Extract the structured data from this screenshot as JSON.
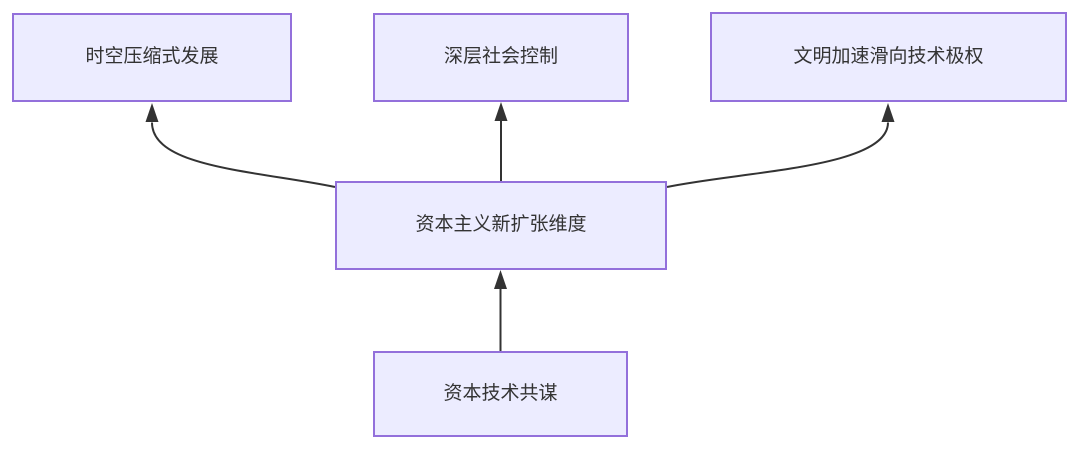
{
  "diagram": {
    "type": "flowchart-bottom-up",
    "nodes": [
      {
        "id": "spacetime-compression",
        "label": "时空压缩式发展"
      },
      {
        "id": "deep-social-control",
        "label": "深层社会控制"
      },
      {
        "id": "tech-totalitarianism",
        "label": "文明加速滑向技术极权"
      },
      {
        "id": "capitalism-expansion",
        "label": "资本主义新扩张维度"
      },
      {
        "id": "capital-tech-collusion",
        "label": "资本技术共谋"
      }
    ],
    "edges": [
      {
        "from": "资本技术共谋",
        "to": "资本主义新扩张维度"
      },
      {
        "from": "资本主义新扩张维度",
        "to": "时空压缩式发展"
      },
      {
        "from": "资本主义新扩张维度",
        "to": "深层社会控制"
      },
      {
        "from": "资本主义新扩张维度",
        "to": "文明加速滑向技术极权"
      }
    ],
    "theme": {
      "node_fill": "#ECECFF",
      "node_border": "#9370DB",
      "edge_color": "#333333",
      "text_color": "#333333",
      "bg_color": "#ffffff"
    }
  }
}
